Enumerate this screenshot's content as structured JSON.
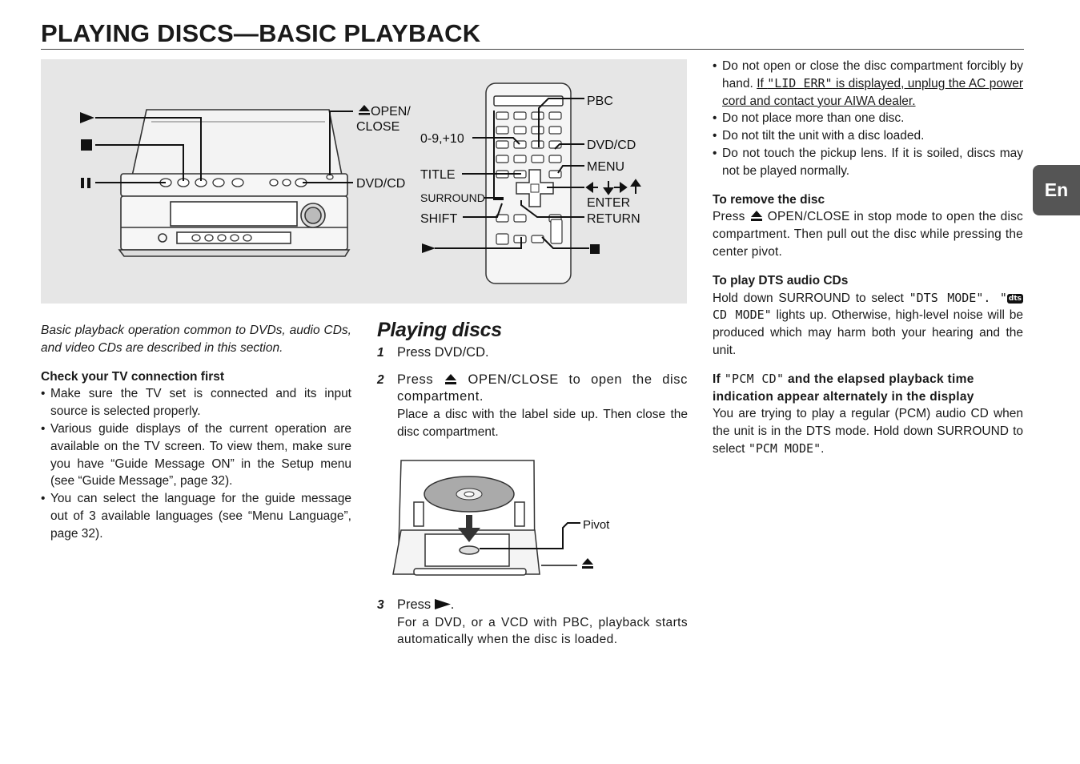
{
  "page_title": "PLAYING DISCS—BASIC PLAYBACK",
  "lang_tab": "En",
  "figure": {
    "unit_labels": {
      "open_close_1": "OPEN/",
      "open_close_2": "CLOSE",
      "dvd_cd": "DVD/CD"
    },
    "remote_labels": {
      "numbers": "0-9,+10",
      "title": "TITLE",
      "surround": "SURROUND",
      "shift": "SHIFT",
      "pbc": "PBC",
      "dvd_cd": "DVD/CD",
      "menu": "MENU",
      "enter": "ENTER",
      "return": "RETURN"
    }
  },
  "left": {
    "intro": "Basic playback operation common to DVDs, audio CDs, and video CDs are described in this section.",
    "check_heading": "Check your TV connection first",
    "bullets": [
      "Make sure the TV set is connected and its input source is selected properly.",
      "Various guide displays of the current operation are available on the TV screen. To view them, make sure you have “Guide Message ON” in the Setup menu (see “Guide Message”, page 32).",
      "You can select the language for the guide message out of 3 available languages (see “Menu Language”, page 32)."
    ]
  },
  "middle": {
    "section_title": "Playing discs",
    "step1": {
      "num": "1",
      "text": "Press DVD/CD."
    },
    "step2": {
      "num": "2",
      "pre": "Press",
      "post": "OPEN/CLOSE to open the disc compartment.",
      "sub": "Place a disc with the label side up. Then close the disc compartment."
    },
    "pivot_label": "Pivot",
    "step3": {
      "num": "3",
      "pre": "Press",
      "post": ".",
      "sub": "For a DVD, or a VCD with PBC, playback starts automatically when the disc is loaded."
    }
  },
  "right": {
    "bullets": {
      "b1_text": "Do not open or close the disc compartment forcibly by hand.",
      "b1_ul_pre": "If ",
      "b1_ul_mono": "\"LID ERR\"",
      "b1_ul_post": " is displayed, unplug the AC power cord and contact your AIWA dealer.",
      "b2": "Do not place more than one disc.",
      "b3": "Do not tilt the unit with a disc loaded.",
      "b4": "Do not touch the pickup lens. If it is soiled, discs may not be played normally."
    },
    "remove_heading": "To remove the disc",
    "remove_pre": "Press",
    "remove_post": "OPEN/CLOSE in stop mode to open the disc compartment. Then pull out the disc while pressing the center pivot.",
    "dts_heading": "To play DTS audio CDs",
    "dts_pre": "Hold down SURROUND to select ",
    "dts_mono1": "\"DTS MODE\"",
    "dts_mid": ". \"",
    "dts_badge": "dts",
    "dts_mono2": " CD MODE\"",
    "dts_post": " lights up. Otherwise, high-level noise will be produced which may harm both your hearing and the unit.",
    "pcm_heading_pre": "If ",
    "pcm_heading_mono": "\"PCM CD\"",
    "pcm_heading_post": " and the elapsed playback time indication appear alternately in the display",
    "pcm_text": "You are trying to play a regular (PCM) audio CD when the unit is in the DTS mode. Hold down SURROUND to select ",
    "pcm_mono": "\"PCM MODE\"",
    "pcm_end": "."
  }
}
